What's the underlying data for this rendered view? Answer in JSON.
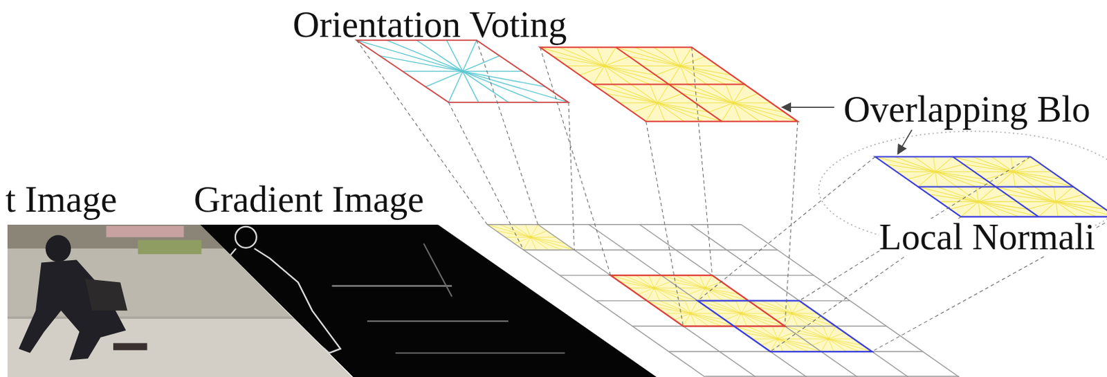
{
  "diagram": {
    "labels": [
      "Orientation Voting",
      "Overlapping Blo",
      "t Image",
      "Gradient Image",
      "Local Normali"
    ]
  }
}
